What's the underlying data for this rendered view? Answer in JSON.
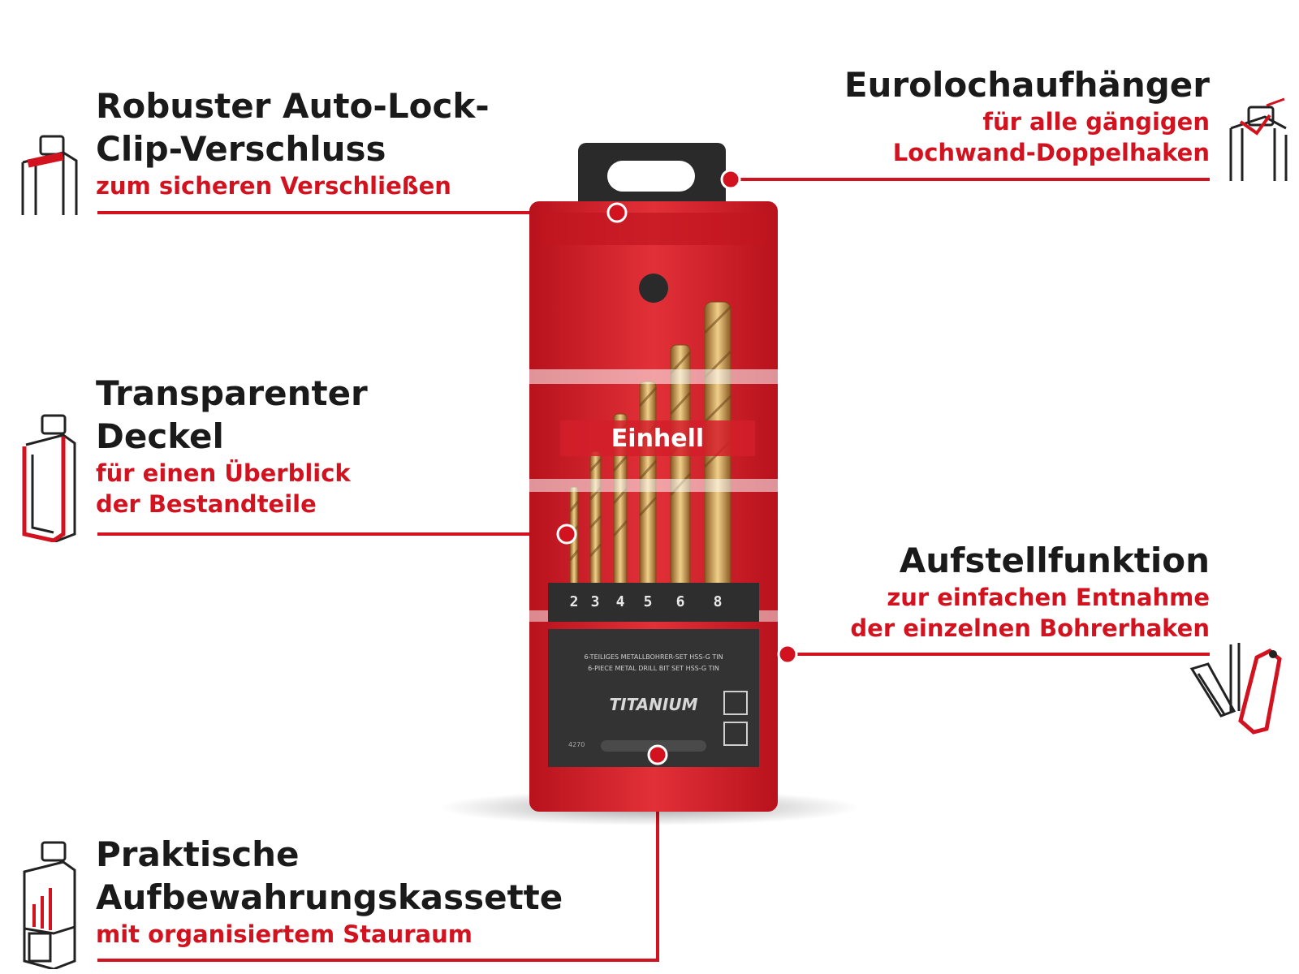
{
  "colors": {
    "accent": "#d2131f",
    "case_red": "#d41f2a",
    "dark": "#2b2b2b",
    "drill_gold": "#c99a55"
  },
  "features": [
    {
      "title_lines": [
        "Robuster Auto-Lock-",
        "Clip-Verschluss"
      ],
      "sub_lines": [
        "zum sicheren Verschließen"
      ],
      "icon": "clip-lock-icon"
    },
    {
      "title_lines": [
        "Eurolochaufhänger"
      ],
      "sub_lines": [
        "für alle gängigen",
        "Lochwand-Doppelhaken"
      ],
      "icon": "euro-hanger-icon"
    },
    {
      "title_lines": [
        "Transparenter",
        "Deckel"
      ],
      "sub_lines": [
        "für einen Überblick",
        "der Bestandteile"
      ],
      "icon": "transparent-lid-icon"
    },
    {
      "title_lines": [
        "Aufstellfunktion"
      ],
      "sub_lines": [
        "zur einfachen Entnahme",
        "der einzelnen Bohrerhaken"
      ],
      "icon": "stand-function-icon"
    },
    {
      "title_lines": [
        "Praktische",
        "Aufbewahrungskassette"
      ],
      "sub_lines": [
        "mit organisiertem Stauraum"
      ],
      "icon": "storage-case-icon"
    }
  ],
  "product": {
    "brand": "Einhell",
    "sizes": [
      "2",
      "3",
      "4",
      "5",
      "6",
      "8"
    ],
    "label_line_1": "6-TEILIGES METALLBOHRER-SET HSS-G TIN",
    "label_line_2": "6-PIECE METAL DRILL BIT SET HSS-G TIN",
    "series": "TITANIUM",
    "article_no": "4270"
  }
}
